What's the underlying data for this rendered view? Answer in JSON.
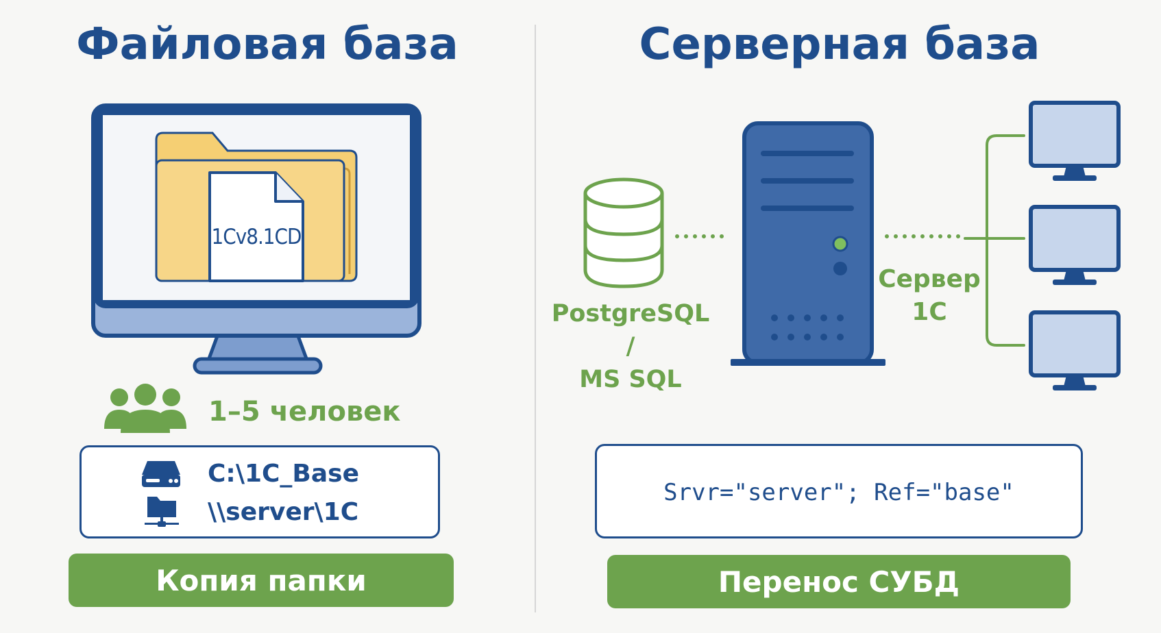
{
  "left": {
    "title": "Файловая база",
    "file_name": "1Cv8.1CD",
    "users_label": "1–5 человек",
    "paths": [
      {
        "icon": "hard-drive-icon",
        "text": "C:\\1C_Base"
      },
      {
        "icon": "network-folder-icon",
        "text": "\\\\server\\1C"
      }
    ],
    "button_label": "Копия папки"
  },
  "right": {
    "title": "Серверная база",
    "dbms_label_line1": "PostgreSQL /",
    "dbms_label_line2": "MS SQL",
    "server_label_line1": "Сервер",
    "server_label_line2": "1С",
    "connection_string": "Srvr=\"server\"; Ref=\"base\"",
    "button_label": "Перенос СУБД"
  },
  "colors": {
    "primary_blue": "#1f4d8c",
    "accent_green": "#6da34d",
    "folder_yellow": "#f5cf73",
    "monitor_screen": "#c7d6ec",
    "server_body": "#3f6aa8"
  }
}
